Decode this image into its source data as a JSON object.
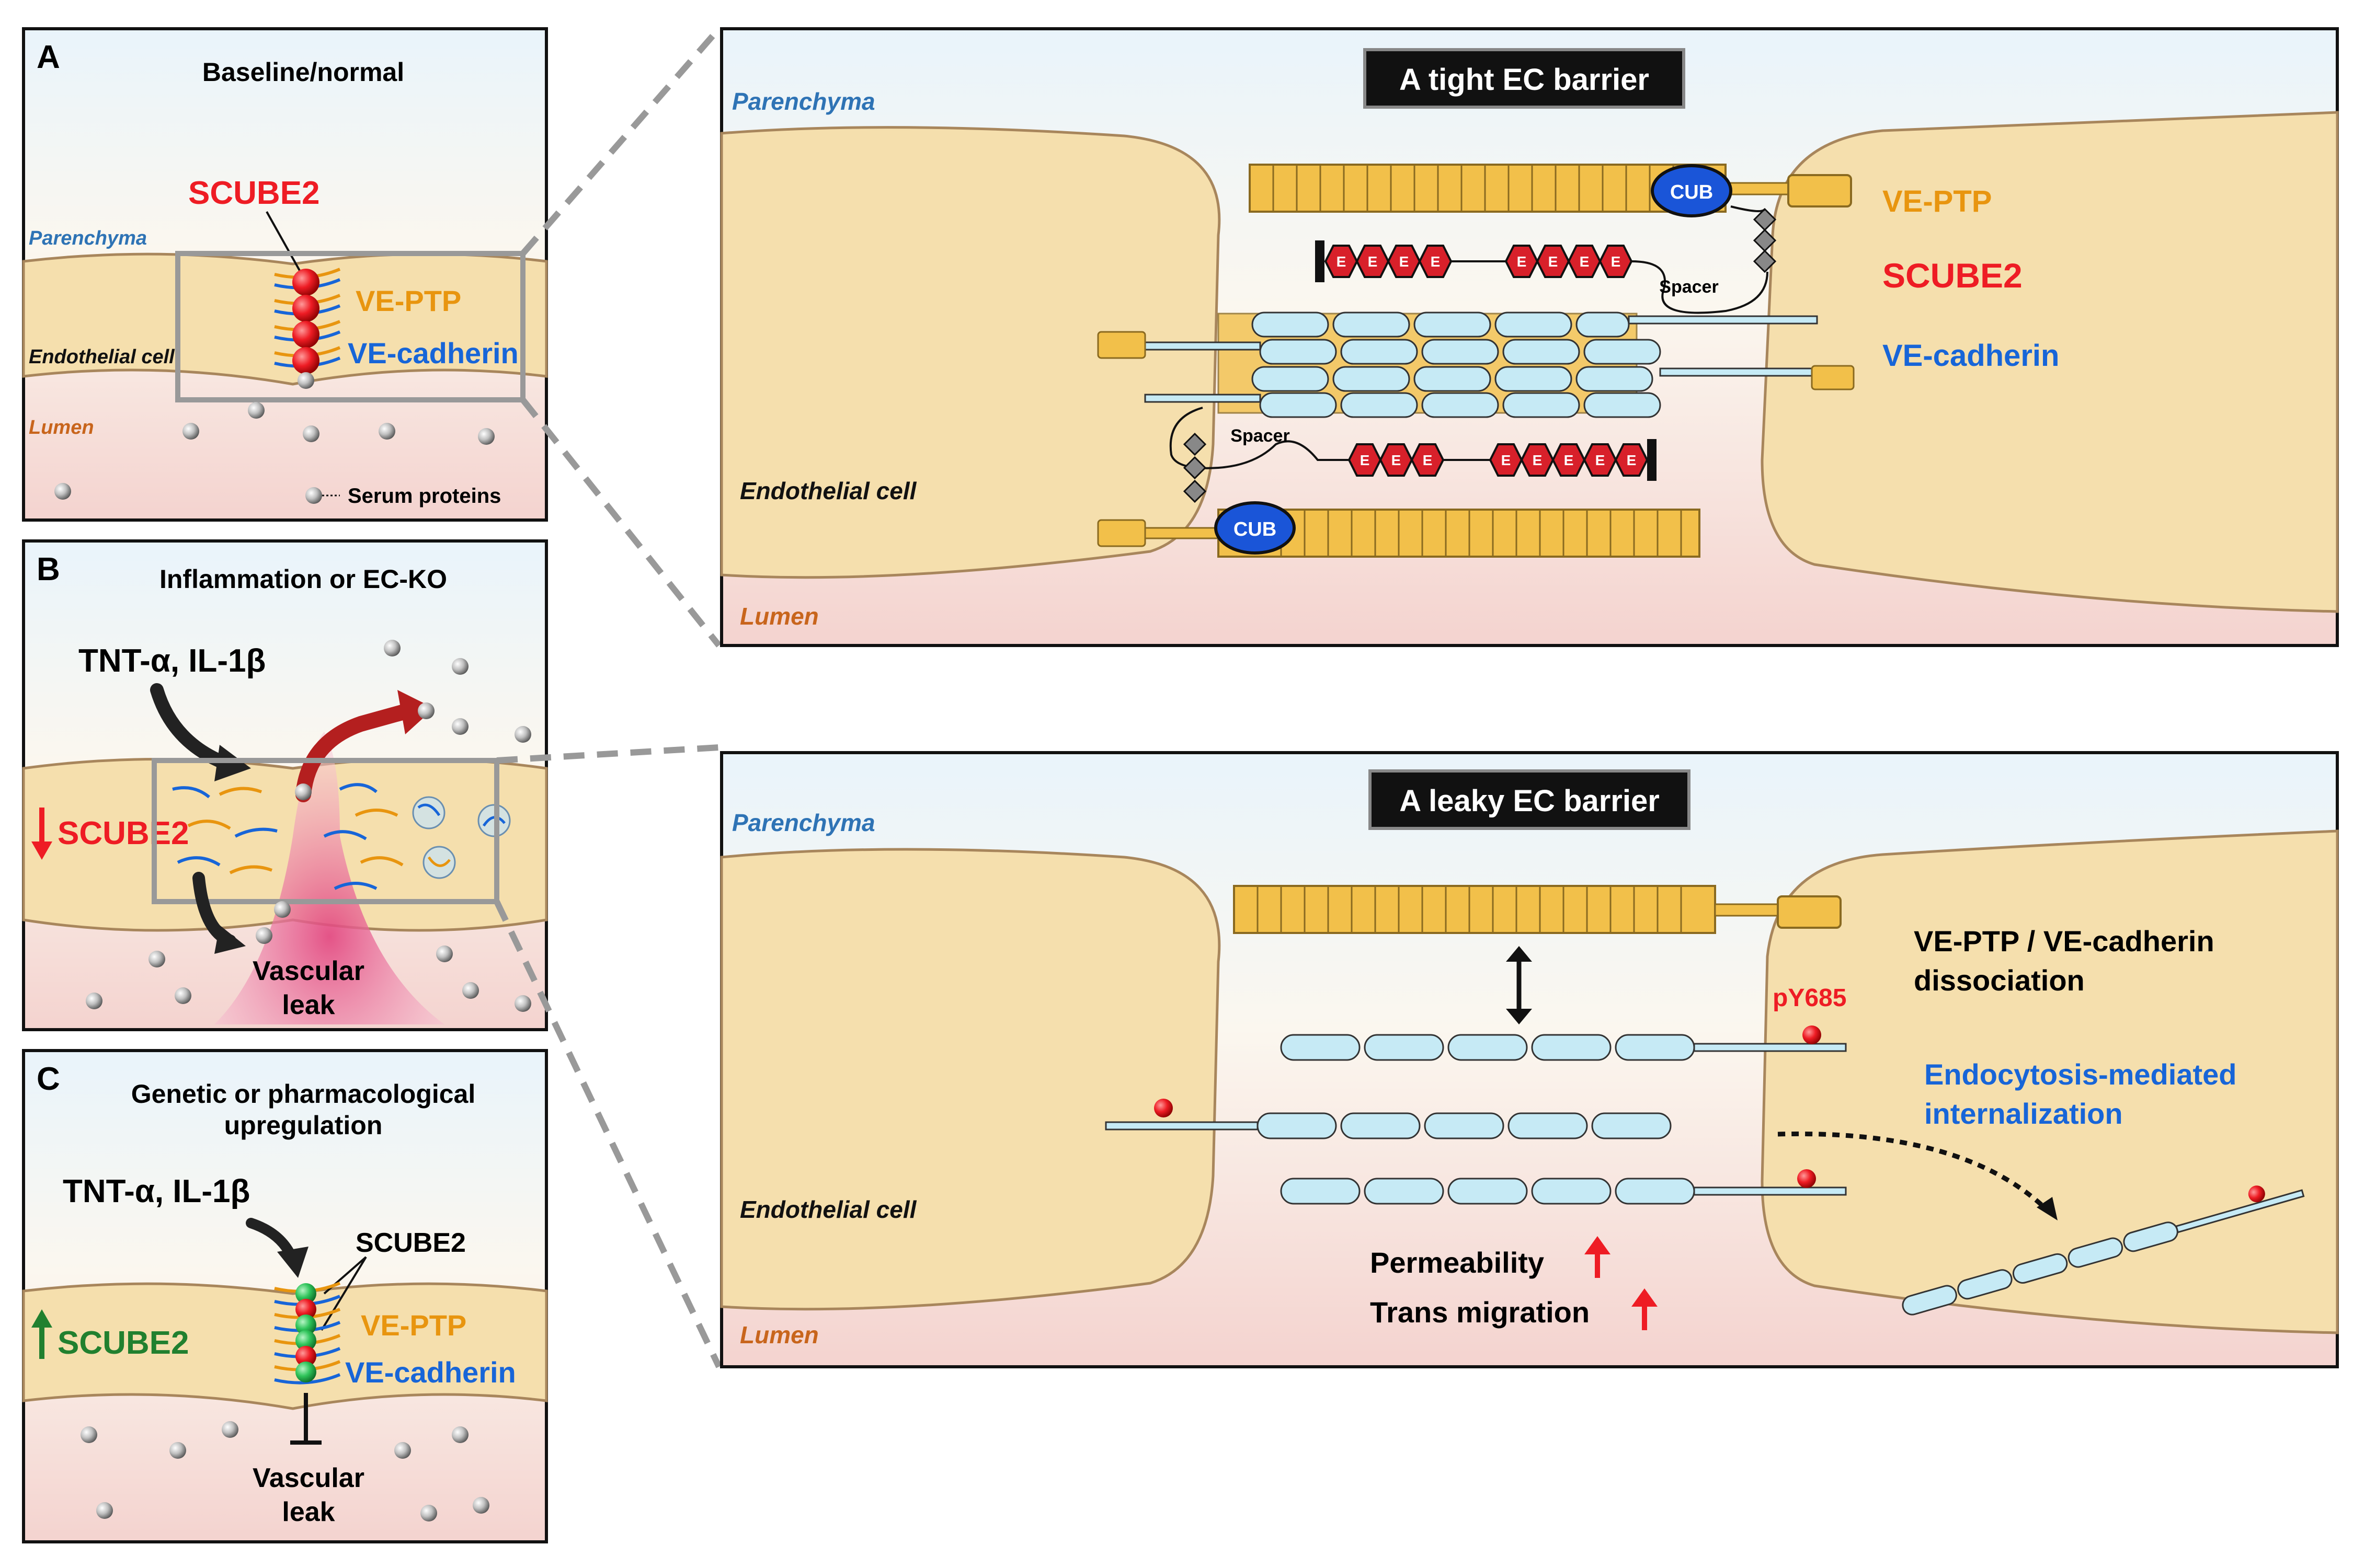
{
  "colors": {
    "cell_fill": "#f5dfad",
    "cell_stroke": "#a8865c",
    "parenchyma_top": "#e9f4fb",
    "lumen_bottom": "#f4d3cf",
    "scube2_red": "#ee1c24",
    "ve_ptp_orange": "#e8950f",
    "ve_cadherin_blue": "#1765d8",
    "up_green": "#21802f",
    "parenchyma_label": "#2e73b5",
    "lumen_label": "#c8651c",
    "cadherin_fill": "#c6eaf5",
    "ptp_fill": "#f2c04a",
    "cub_fill": "#1a55d8",
    "leak_pink": "#e85a8c",
    "leak_arrow": "#b41f1f"
  },
  "panelA": {
    "letter": "A",
    "title": "Baseline/normal",
    "parenchyma": "Parenchyma",
    "endothelial": "Endothelial cell",
    "lumen": "Lumen",
    "scube2": "SCUBE2",
    "ve_ptp": "VE-PTP",
    "ve_cadherin": "VE-cadherin",
    "serum": "Serum proteins"
  },
  "panelB": {
    "letter": "B",
    "title": "Inflammation or EC-KO",
    "cytokines": "TNT-α, IL-1β",
    "scube2": "SCUBE2",
    "leak_line1": "Vascular",
    "leak_line2": "leak"
  },
  "panelC": {
    "letter": "C",
    "title_line1": "Genetic or pharmacological",
    "title_line2": "upregulation",
    "cytokines": "TNT-α, IL-1β",
    "scube2_callout": "SCUBE2",
    "scube2": "SCUBE2",
    "ve_ptp": "VE-PTP",
    "ve_cadherin": "VE-cadherin",
    "leak_line1": "Vascular",
    "leak_line2": "leak"
  },
  "tight": {
    "title": "A tight EC barrier",
    "parenchyma": "Parenchyma",
    "endothelial": "Endothelial cell",
    "lumen": "Lumen",
    "cub": "CUB",
    "spacer": "Spacer",
    "egf": "E",
    "ve_ptp": "VE-PTP",
    "scube2": "SCUBE2",
    "ve_cadherin": "VE-cadherin"
  },
  "leaky": {
    "title": "A leaky EC barrier",
    "parenchyma": "Parenchyma",
    "endothelial": "Endothelial cell",
    "lumen": "Lumen",
    "dissoc_line1": "VE-PTP / VE-cadherin",
    "dissoc_line2": "dissociation",
    "pY": "pY685",
    "endo_line1": "Endocytosis-mediated",
    "endo_line2": "internalization",
    "permeability": "Permeability",
    "transmigration": "Trans migration"
  }
}
